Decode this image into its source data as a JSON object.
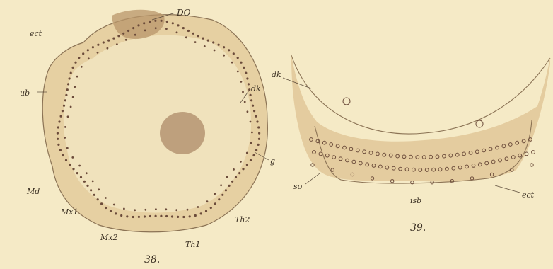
{
  "figure_38": {
    "number": "38.",
    "labels": {
      "DO": "DO",
      "ect": "ect",
      "ub": "ub",
      "dk": "dk",
      "g": "g",
      "Md": "Md",
      "Mx1": "Mx1",
      "Mx2": "Mx2",
      "Th1": "Th1",
      "Th2": "Th2"
    }
  },
  "figure_39": {
    "number": "39.",
    "labels": {
      "so": "so",
      "isb": "isb",
      "ect": "ect"
    }
  },
  "colors": {
    "paper": "#f5eac6",
    "tissue": "#e2c99a",
    "cell_dot": "#6b4b3a",
    "ink": "#3a2f22"
  }
}
